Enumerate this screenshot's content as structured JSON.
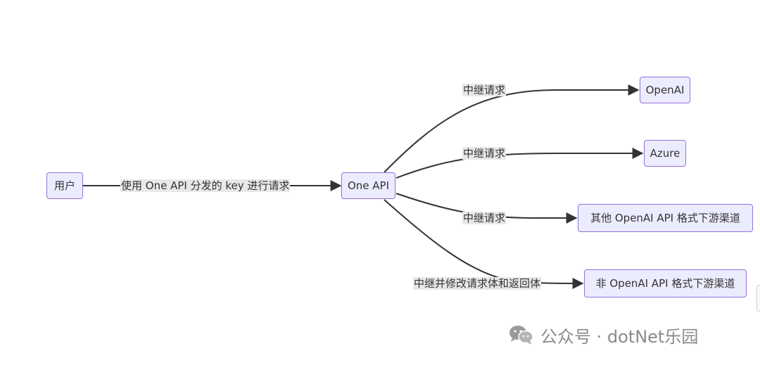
{
  "nodes": {
    "user": "用户",
    "one_api": "One API",
    "openai": "OpenAI",
    "azure": "Azure",
    "other_openai_format": "其他 OpenAI API 格式下游渠道",
    "non_openai_format": "非 OpenAI API 格式下游渠道"
  },
  "edges": {
    "user_to_oneapi": "使用 One API 分发的 key 进行请求",
    "relay_openai": "中继请求",
    "relay_azure": "中继请求",
    "relay_other": "中继请求",
    "relay_non_openai": "中继并修改请求体和返回体"
  },
  "colors": {
    "node_fill": "#ECECFF",
    "node_border": "#9370DB",
    "edge": "#333333",
    "label_bg": "#e8e8e8",
    "watermark": "#8a8a8a"
  },
  "watermark": {
    "icon": "wechat-icon",
    "text": "公众号 · dotNet乐园"
  }
}
